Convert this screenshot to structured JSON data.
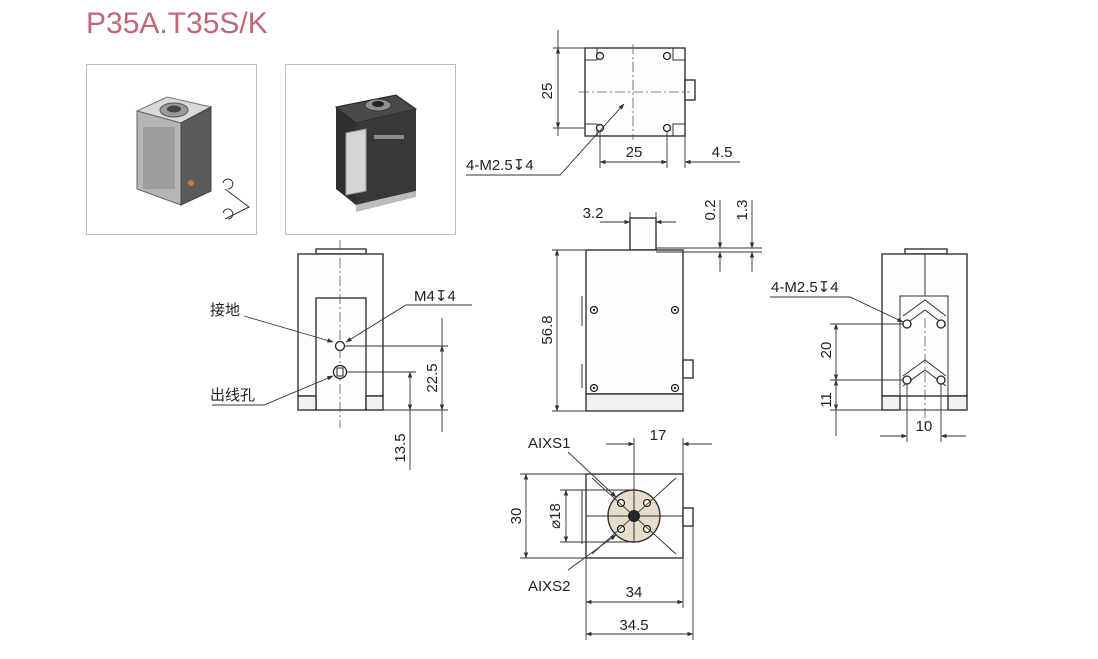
{
  "title": "P35A.T35S/K",
  "colors": {
    "title": "#c0677b",
    "line": "#333333",
    "dim_text": "#222222",
    "photo_border": "#bdbdbd"
  },
  "photos": [
    {
      "name": "photo-stage-with-rotation-axis"
    },
    {
      "name": "photo-stage-black-body"
    }
  ],
  "top_view": {
    "dim_height": "25",
    "dim_width": "25",
    "dim_side": "4.5",
    "hole_callout": "4-M2.5↧4"
  },
  "front_view": {
    "dim_pin": "3.2",
    "dim_gap": "0.2",
    "dim_top": "1.3",
    "dim_height": "56.8"
  },
  "left_view": {
    "label_ground": "接地",
    "label_outlet": "出线孔",
    "hole_callout": "M4↧4",
    "dim_upper": "22.5",
    "dim_lower": "13.5"
  },
  "right_view": {
    "hole_callout": "4-M2.5↧4",
    "dim_upper": "20",
    "dim_lower": "11",
    "dim_width": "10"
  },
  "bottom_view": {
    "label_axis1": "AIXS1",
    "label_axis2": "AIXS2",
    "dim_top": "17",
    "dim_height": "30",
    "dim_dia": "⌀18",
    "dim_width_inner": "34",
    "dim_width_outer": "34.5"
  }
}
